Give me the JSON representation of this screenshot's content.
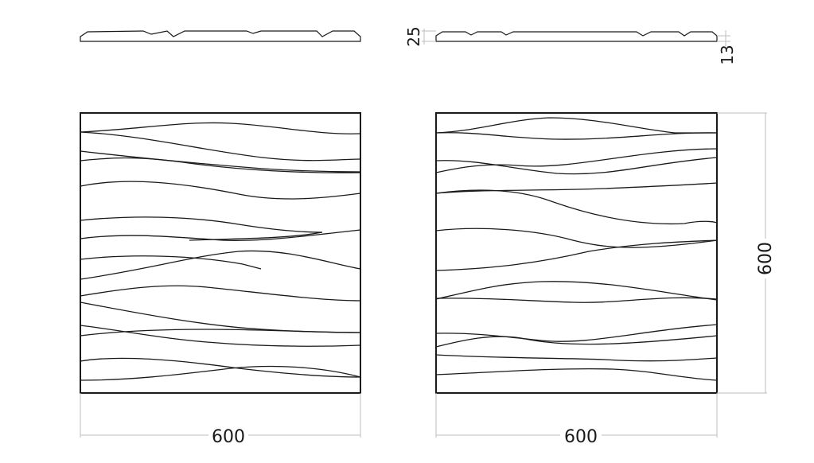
{
  "drawing": {
    "left_panel_width_label": "600",
    "right_panel_width_label": "600",
    "right_panel_height_label": "600",
    "profile_total_thickness_label": "25",
    "profile_base_thickness_label": "13"
  },
  "colors": {
    "line": "#1a1a1a",
    "dimension_line": "#bdbdbd",
    "background": "#ffffff"
  }
}
